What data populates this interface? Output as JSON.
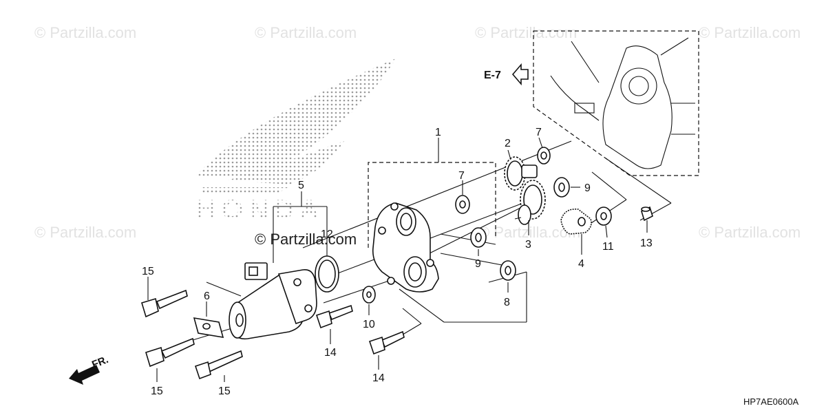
{
  "watermark": {
    "text": "© Partzilla.com",
    "center_text": "© Partzilla.com"
  },
  "logo_text": "HONDA",
  "reference": {
    "label": "E-7",
    "icon": "arrow-left-icon"
  },
  "front_indicator": {
    "label": "FR.",
    "icon": "arrow-down-left-icon"
  },
  "diagram_code": "HP7AE0600A",
  "callouts": {
    "c1": "1",
    "c2": "2",
    "c3": "3",
    "c4": "4",
    "c5": "5",
    "c6": "6",
    "c7a": "7",
    "c7b": "7",
    "c8": "8",
    "c9a": "9",
    "c9b": "9",
    "c10": "10",
    "c11": "11",
    "c12": "12",
    "c13": "13",
    "c14a": "14",
    "c14b": "14",
    "c15a": "15",
    "c15b": "15",
    "c15c": "15"
  }
}
